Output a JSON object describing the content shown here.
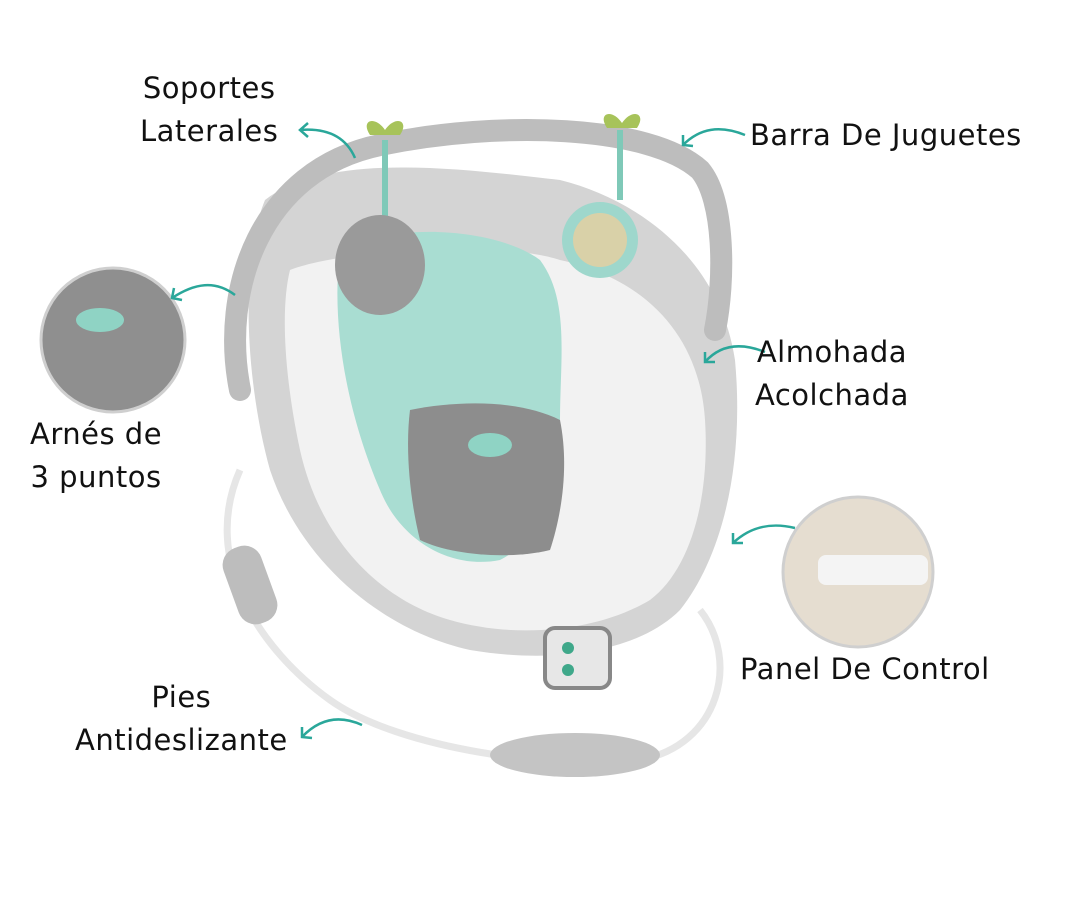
{
  "labels": {
    "side_supports": [
      "Soportes",
      "Laterales"
    ],
    "toy_bar": "Barra De Juguetes",
    "harness": [
      "Arnés de",
      "3 puntos"
    ],
    "pillow": [
      "Almohada",
      "Acolchada"
    ],
    "control_panel": "Panel De Control",
    "feet": [
      "Pies",
      "Antideslizante"
    ]
  },
  "colors": {
    "arrow": "#2aa79a",
    "fabric": "#cfcfcf",
    "accent": "#8fd3c4"
  }
}
